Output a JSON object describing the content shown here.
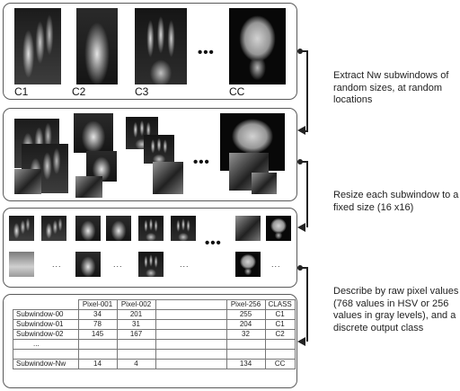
{
  "panel1": {
    "class_labels": [
      "C1",
      "C2",
      "C3",
      "CC"
    ],
    "ellipsis": "•••"
  },
  "panel2": {
    "ellipsis": "•••"
  },
  "panel3": {
    "ellipsis": "•••",
    "small_ellipsis": "..."
  },
  "steps": [
    "Extract Nw subwindows of random sizes, at random locations",
    "Resize each subwindow to a fixed size  (16 x16)",
    "Describe  by  raw  pixel values (768 values in HSV or 256 values in gray levels), and a discrete output class"
  ],
  "table": {
    "headers": [
      "",
      "Pixel-001",
      "Pixel-002",
      "",
      "Pixel-256",
      "CLASS"
    ],
    "rows": [
      [
        "Subwindow-00",
        "34",
        "201",
        "",
        "255",
        "C1"
      ],
      [
        "Subwindow-01",
        "78",
        "31",
        "",
        "204",
        "C1"
      ],
      [
        "Subwindow-02",
        "145",
        "167",
        "",
        "32",
        "C2"
      ],
      [
        "...",
        "",
        "",
        "",
        "",
        ""
      ],
      [
        "",
        "",
        "",
        "",
        "",
        ""
      ],
      [
        "Subwindow-Nw",
        "14",
        "4",
        "",
        "134",
        "CC"
      ]
    ]
  }
}
